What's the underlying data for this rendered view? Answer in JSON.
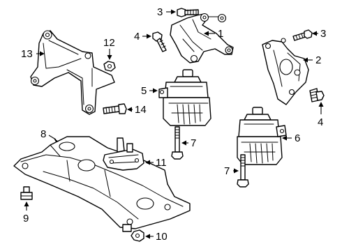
{
  "callouts": [
    {
      "id": 1,
      "label": "1"
    },
    {
      "id": 2,
      "label": "2"
    },
    {
      "id": 3,
      "label": "3"
    },
    {
      "id": 4,
      "label": "4"
    },
    {
      "id": 5,
      "label": "5"
    },
    {
      "id": 6,
      "label": "6"
    },
    {
      "id": 7,
      "label": "7"
    },
    {
      "id": 8,
      "label": "8"
    },
    {
      "id": 9,
      "label": "9"
    },
    {
      "id": 10,
      "label": "10"
    },
    {
      "id": 11,
      "label": "11"
    },
    {
      "id": 12,
      "label": "12"
    },
    {
      "id": 13,
      "label": "13"
    },
    {
      "id": 14,
      "label": "14"
    }
  ],
  "parts": [
    {
      "id": "bracket-1",
      "callout": "1"
    },
    {
      "id": "bracket-2",
      "callout": "2"
    },
    {
      "id": "bolt-3",
      "callout": "3"
    },
    {
      "id": "bolt-4",
      "callout": "4"
    },
    {
      "id": "engine-mount-5",
      "callout": "5"
    },
    {
      "id": "engine-mount-6",
      "callout": "6"
    },
    {
      "id": "bolt-7",
      "callout": "7"
    },
    {
      "id": "crossmember-8",
      "callout": "8"
    },
    {
      "id": "nut-9",
      "callout": "9"
    },
    {
      "id": "nut-10",
      "callout": "10"
    },
    {
      "id": "bracket-11",
      "callout": "11"
    },
    {
      "id": "nut-12",
      "callout": "12"
    },
    {
      "id": "bracket-13",
      "callout": "13"
    },
    {
      "id": "bolt-14",
      "callout": "14"
    }
  ],
  "colors": {
    "line": "#000000",
    "background": "#ffffff"
  }
}
